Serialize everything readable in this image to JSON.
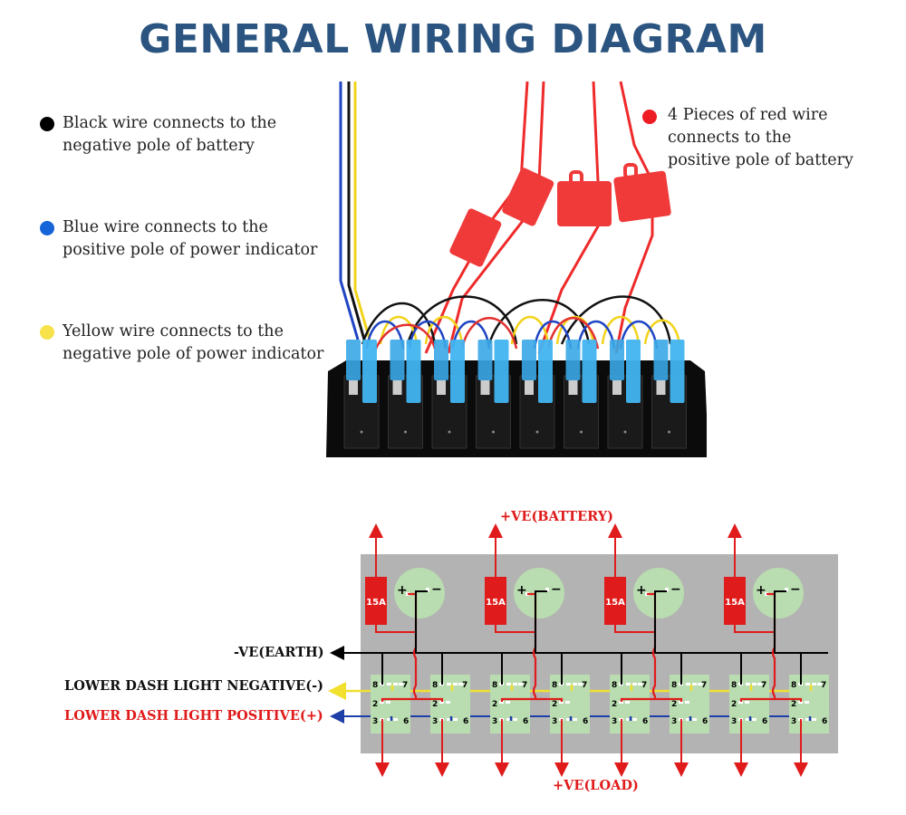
{
  "title": "GENERAL WIRING DIAGRAM",
  "colors": {
    "title": "#2b5580",
    "black_wire": "#000000",
    "blue_wire": "#1565d8",
    "yellow_wire": "#f7e24a",
    "red_wire": "#ee1c24",
    "panel_gray": "#b3b3b3",
    "switch_green": "#b9ddb0"
  },
  "legend": [
    {
      "color": "black",
      "lines": [
        "Black wire connects to the",
        "negative pole of battery"
      ]
    },
    {
      "color": "blue",
      "lines": [
        "Blue wire connects to the",
        "positive pole of power indicator"
      ]
    },
    {
      "color": "yellow",
      "lines": [
        "Yellow wire connects to the",
        "negative pole of power indicator"
      ]
    },
    {
      "color": "red",
      "lines": [
        "4 Pieces of red wire",
        "connects to the",
        "positive pole of battery"
      ]
    }
  ],
  "photo": {
    "description": "8-gang rocker switch panel with blue connectors, black/blue/yellow leads and 4 red inline fuse holders",
    "switch_count": 8,
    "fuse_holder_count": 4
  },
  "schematic": {
    "labels": {
      "battery": "+VE(BATTERY)",
      "earth": "-VE(EARTH)",
      "dash_negative": "LOWER DASH LIGHT NEGATIVE(-)",
      "dash_positive": "LOWER DASH LIGHT POSITIVE(+)",
      "load": "+VE(LOAD)"
    },
    "fuse_label": "15A",
    "fuses": [
      "15A",
      "15A",
      "15A",
      "15A"
    ],
    "indicator_plus": "+",
    "indicator_minus": "−",
    "switch_pins": {
      "top_left": "8",
      "top_right": "7",
      "mid_left": "2",
      "bottom_left": "3",
      "bottom_right": "6"
    },
    "switch_count": 8
  }
}
